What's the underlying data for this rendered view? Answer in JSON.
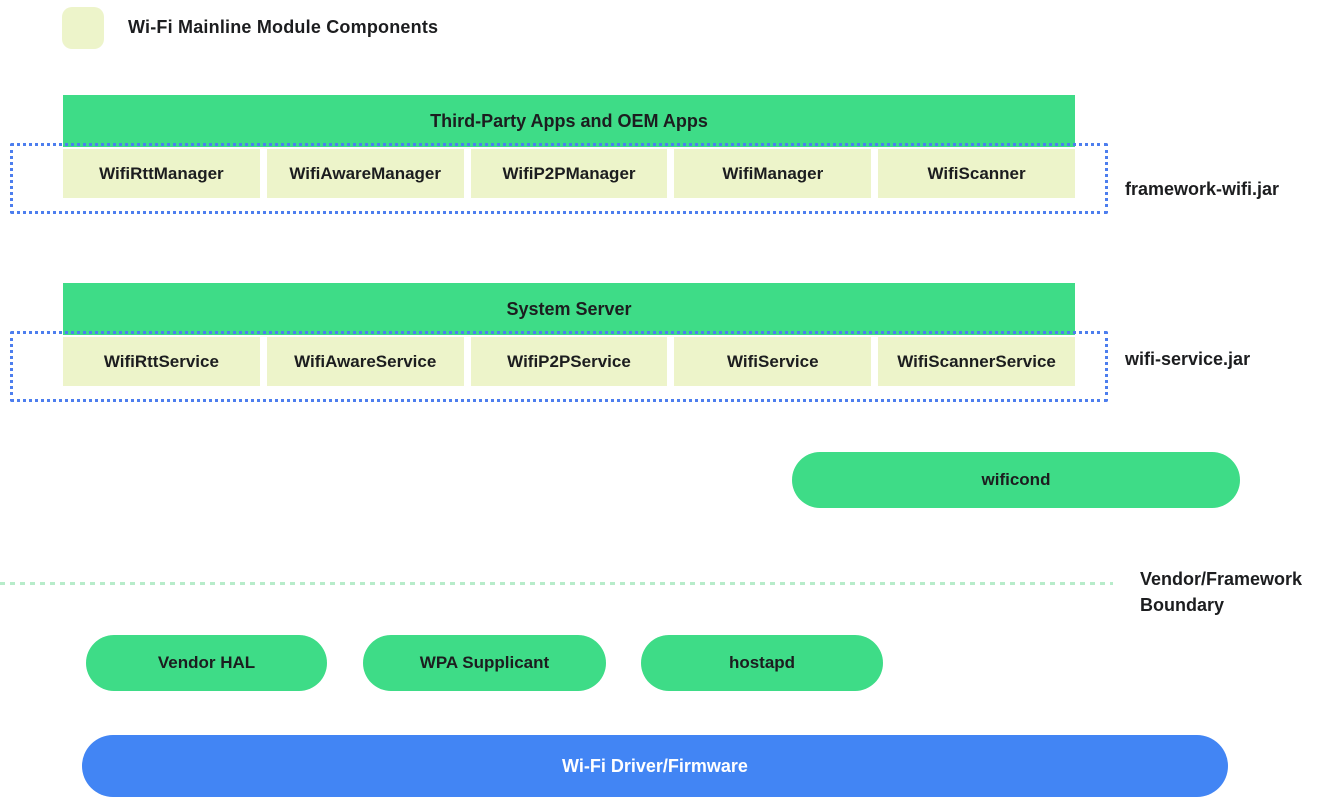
{
  "colors": {
    "module_green": "#3edc87",
    "mainline_box": "#edf4ca",
    "driver_blue": "#4285f4",
    "dotted_border_blue": "#4d7eee",
    "boundary_mint": "#b7ecca",
    "text_dark": "#1c1d1f",
    "text_light": "#ffffff"
  },
  "legend": {
    "label": "Wi-Fi Mainline Module Components"
  },
  "framework_group": {
    "header": "Third-Party Apps and OEM Apps",
    "boxes": [
      "WifiRttManager",
      "WifiAwareManager",
      "WifiP2PManager",
      "WifiManager",
      "WifiScanner"
    ],
    "jar_label": "framework-wifi.jar"
  },
  "service_group": {
    "header": "System Server",
    "boxes": [
      "WifiRttService",
      "WifiAwareService",
      "WifiP2PService",
      "WifiService",
      "WifiScannerService"
    ],
    "jar_label": "wifi-service.jar"
  },
  "wificond": {
    "label": "wificond"
  },
  "boundary": {
    "label_line1": "Vendor/Framework",
    "label_line2": "Boundary"
  },
  "vendor_pills": [
    {
      "label": "Vendor HAL"
    },
    {
      "label": "WPA Supplicant"
    },
    {
      "label": "hostapd"
    }
  ],
  "driver": {
    "label": "Wi-Fi Driver/Firmware"
  }
}
